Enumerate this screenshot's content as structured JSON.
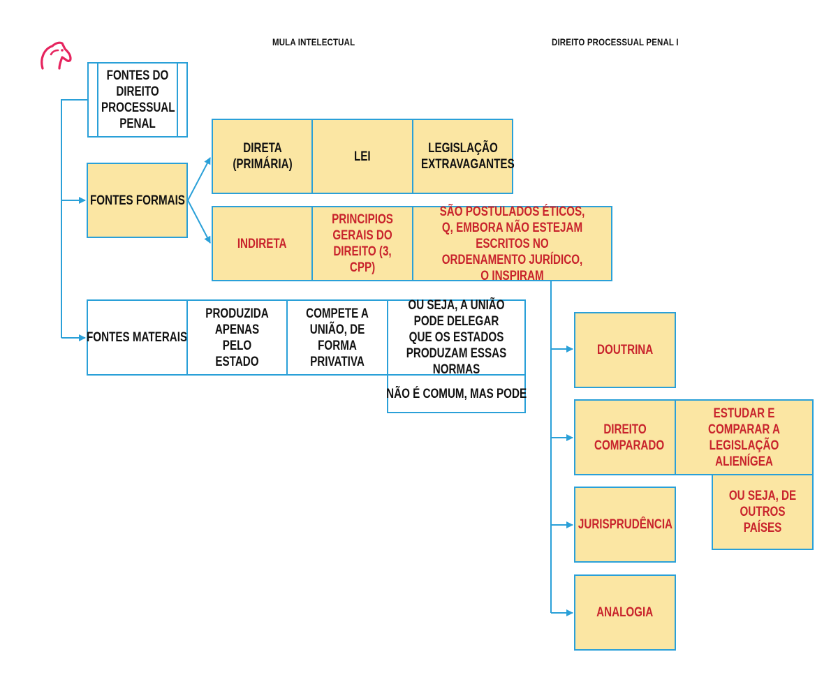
{
  "header": {
    "brand": "MULA INTELECTUAL",
    "subject": "DIREITO PROCESSUAL PENAL I"
  },
  "colors": {
    "border": "#2aa0d8",
    "fill": "#fbe6a3",
    "red_text": "#c8232c",
    "logo": "#e6245e"
  },
  "logo_icon": "horse-head-icon",
  "root": "FONTES DO DIREITO PROCESSUAL PENAL",
  "formais": {
    "label": "FONTES FORMAIS",
    "direta": {
      "label": "DIRETA (PRIMÁRIA)",
      "lei": "LEI",
      "extra": "LEGISLAÇÃO EXTRAVAGANTES"
    },
    "indireta": {
      "label": "INDIRETA",
      "principios": "PRINCIPIOS GERAIS DO DIREITO (3, CPP)",
      "desc": "SÃO POSTULADOS ÉTICOS, Q, EMBORA NÃO ESTEJAM ESCRITOS NO ORDENAMENTO JURÍDICO, O INSPIRAM"
    }
  },
  "materiais": {
    "label": "FONTES MATERAIS",
    "produzida": "PRODUZIDA APENAS PELO ESTADO",
    "compete": "COMPETE A UNIÃO, DE FORMA PRIVATIVA",
    "delegar": "OU SEJA, A UNIÃO PODE DELEGAR QUE OS ESTADOS PRODUZAM ESSAS NORMAS",
    "comum": "NÃO É COMUM, MAS PODE"
  },
  "outras": {
    "doutrina": "DOUTRINA",
    "comparado": "DIREITO COMPARADO",
    "estudar": "ESTUDAR E COMPARAR A LEGISLAÇÃO ALIENÍGEA",
    "outros": "OU SEJA, DE OUTROS PAÍSES",
    "jurisprudencia": "JURISPRUDÊNCIA",
    "analogia": "ANALOGIA"
  }
}
